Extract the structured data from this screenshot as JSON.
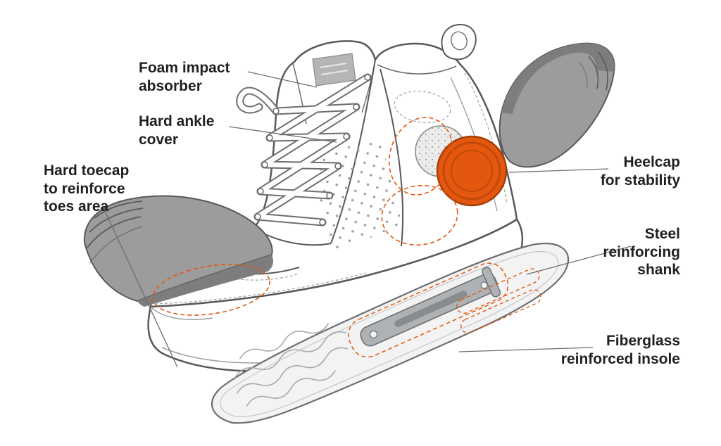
{
  "labels": {
    "foam_impact": "Foam impact\nabsorber",
    "hard_ankle": "Hard ankle\ncover",
    "hard_toecap": "Hard toecap\nto reinforce\ntoes area",
    "heelcap": "Heelcap\nfor stability",
    "steel_shank": "Steel\nreinforcing\nshank",
    "fiberglass_insole": "Fiberglass\nreinforced insole"
  },
  "colors": {
    "accent_orange": "#E4570F",
    "accent_orange_dark": "#B54407",
    "part_gray": "#9C9C9C",
    "part_gray_dark": "#7D7D7D",
    "outline": "#58595B",
    "leader": "#6D6E71",
    "text": "#231F20",
    "insole_fill": "#F3F3F3"
  }
}
